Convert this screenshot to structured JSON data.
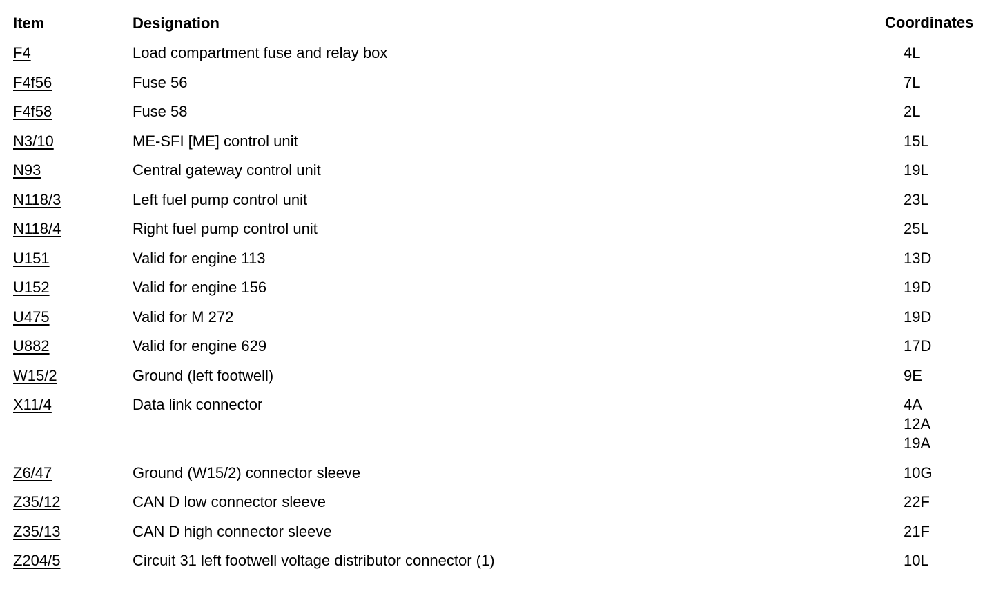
{
  "headers": {
    "item": "Item",
    "designation": "Designation",
    "coordinates": "Coordinates"
  },
  "rows": [
    {
      "item": "F4",
      "designation": "Load compartment fuse and relay box",
      "coordinates": [
        "4L"
      ]
    },
    {
      "item": "F4f56",
      "designation": "Fuse 56",
      "coordinates": [
        "7L"
      ]
    },
    {
      "item": "F4f58",
      "designation": "Fuse 58",
      "coordinates": [
        "2L"
      ]
    },
    {
      "item": "N3/10",
      "designation": "ME-SFI [ME] control unit",
      "coordinates": [
        "15L"
      ]
    },
    {
      "item": "N93",
      "designation": "Central gateway control unit",
      "coordinates": [
        "19L"
      ]
    },
    {
      "item": "N118/3",
      "designation": "Left fuel pump control unit",
      "coordinates": [
        "23L"
      ]
    },
    {
      "item": "N118/4",
      "designation": "Right fuel pump control unit",
      "coordinates": [
        "25L"
      ]
    },
    {
      "item": "U151",
      "designation": "Valid for engine 113",
      "coordinates": [
        "13D"
      ]
    },
    {
      "item": "U152",
      "designation": "Valid for engine 156",
      "coordinates": [
        "19D"
      ]
    },
    {
      "item": "U475",
      "designation": "Valid for M 272",
      "coordinates": [
        "19D"
      ]
    },
    {
      "item": "U882",
      "designation": "Valid for engine 629",
      "coordinates": [
        "17D"
      ]
    },
    {
      "item": "W15/2",
      "designation": "Ground (left footwell)",
      "coordinates": [
        "9E"
      ]
    },
    {
      "item": "X11/4",
      "designation": "Data link connector",
      "coordinates": [
        "4A",
        "12A",
        "19A"
      ]
    },
    {
      "item": "Z6/47",
      "designation": "Ground (W15/2) connector sleeve",
      "coordinates": [
        "10G"
      ]
    },
    {
      "item": "Z35/12",
      "designation": "CAN D low connector sleeve",
      "coordinates": [
        "22F"
      ]
    },
    {
      "item": "Z35/13",
      "designation": "CAN D high connector sleeve",
      "coordinates": [
        "21F"
      ]
    },
    {
      "item": "Z204/5",
      "designation": "Circuit 31 left footwell voltage distributor connector (1)",
      "coordinates": [
        "10L"
      ]
    }
  ]
}
